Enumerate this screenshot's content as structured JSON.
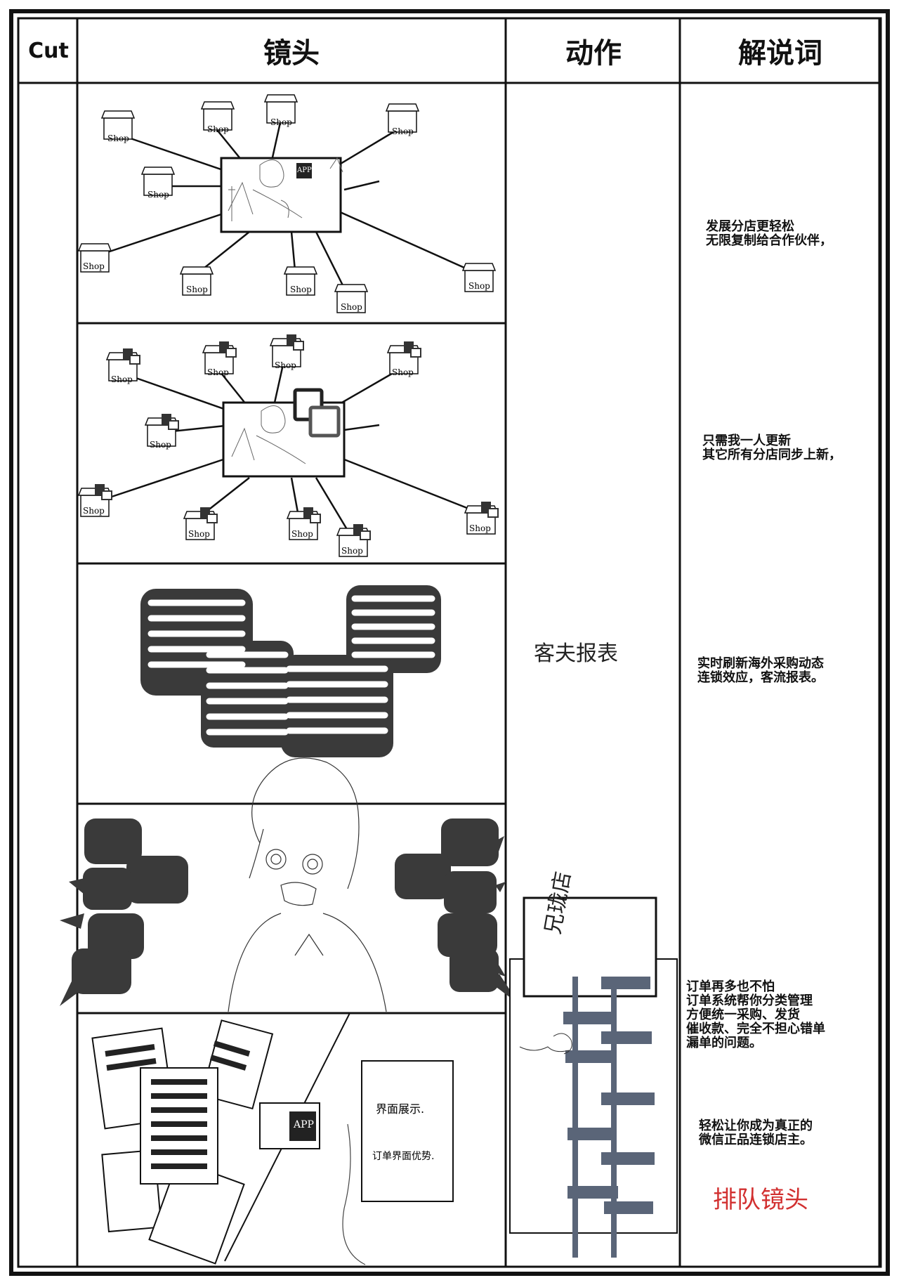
{
  "headers": {
    "cut": "Cut",
    "shot": "镜头",
    "action": "动作",
    "narration": "解说词"
  },
  "narration": [
    "发展分店更轻松\n无限复制给合作伙伴，",
    "只需我一人更新\n其它所有分店同步上新，",
    "实时刷新海外采购动态\n连锁效应，客流报表。",
    "订单再多也不怕\n订单系统帮你分类管理\n方便统一采购、发货\n催收款、完全不担心错单\n漏单的问题。",
    "轻松让你成为真正的\n微信正品连锁店主。"
  ],
  "sketch_text": {
    "shop": "Shop",
    "app": "APP",
    "report_note": "客夫报表",
    "billboard": "兄珑店",
    "screen_line1": "界面展示.",
    "screen_line2": "订单界面优势.",
    "red_note": "排队镜头"
  },
  "colors": {
    "ink": "#111111",
    "block": "#3a3a3a",
    "shelf": "#5a6578",
    "red": "#d23030"
  }
}
